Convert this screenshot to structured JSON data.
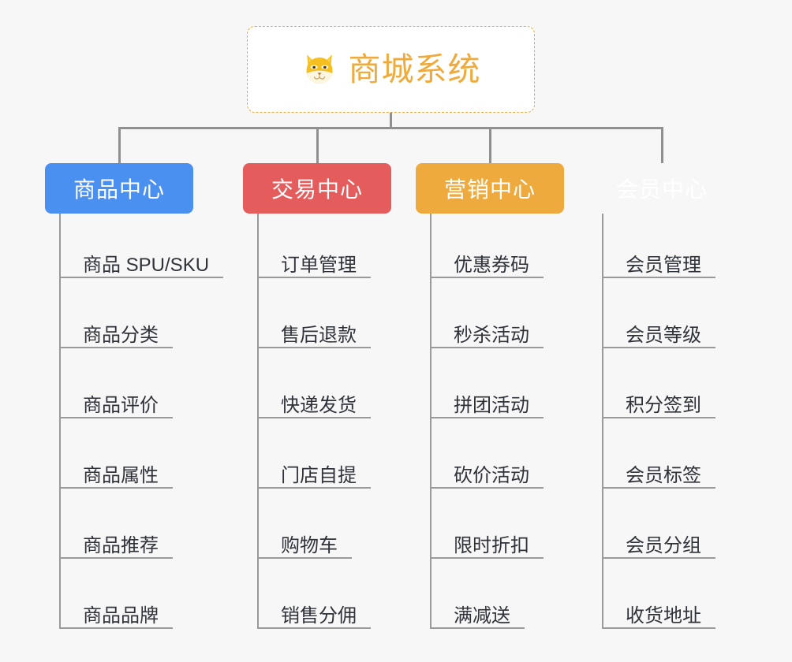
{
  "diagram": {
    "background_color": "#f7f7f7",
    "line_color": "#909090",
    "root": {
      "title": "商城系统",
      "icon": "shiba-dog-face-icon",
      "text_color": "#eeaa3c",
      "border_color": "#eaa83c",
      "background_color": "#ffffff"
    },
    "branches": [
      {
        "label": "商品中心",
        "color": "#4a90f0",
        "items": [
          "商品 SPU/SKU",
          "商品分类",
          "商品评价",
          "商品属性",
          "商品推荐",
          "商品品牌"
        ]
      },
      {
        "label": "交易中心",
        "color": "#e45c5c",
        "items": [
          "订单管理",
          "售后退款",
          "快递发货",
          "门店自提",
          "购物车",
          "销售分佣"
        ]
      },
      {
        "label": "营销中心",
        "color": "#eeaa3c",
        "items": [
          "优惠券码",
          "秒杀活动",
          "拼团活动",
          "砍价活动",
          "限时折扣",
          "满减送"
        ]
      },
      {
        "label": "会员中心",
        "color": "#74c council",
        "items": [
          "会员管理",
          "会员等级",
          "积分签到",
          "会员标签",
          "会员分组",
          "收货地址"
        ]
      }
    ]
  }
}
